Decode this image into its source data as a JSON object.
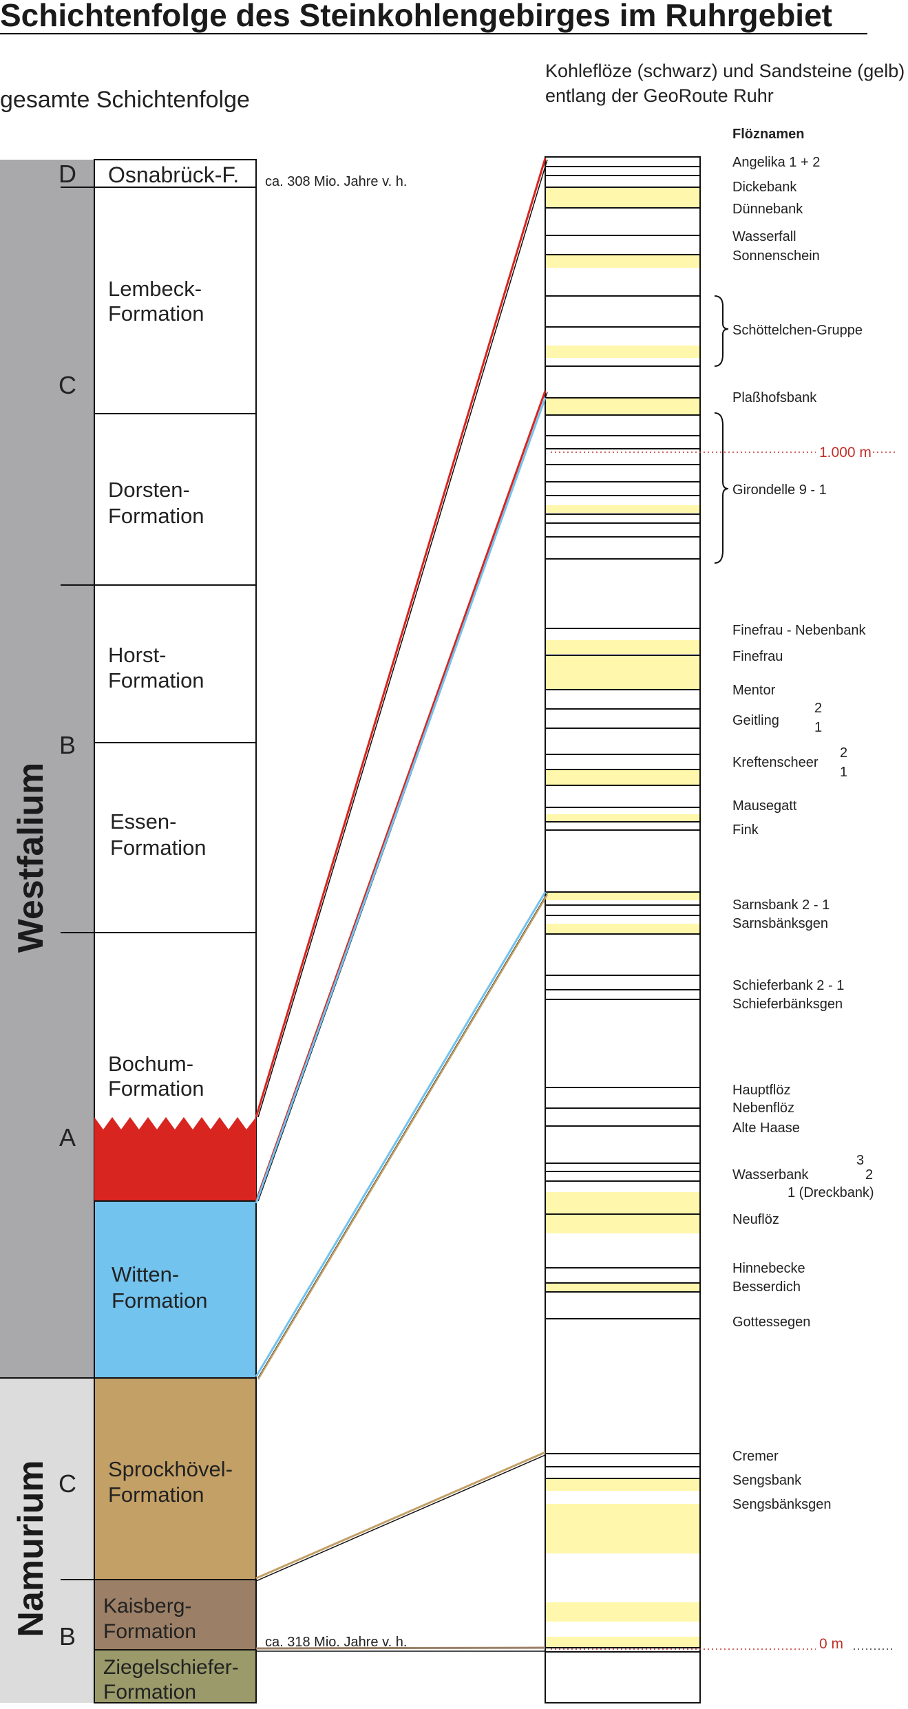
{
  "title": "Schichtenfolge des Steinkohlengebirges im Ruhrgebiet",
  "left_heading": "gesamte Schichtenfolge",
  "right_heading": [
    "Kohleflöze (schwarz) und Sandsteine (gelb)",
    "entlang der GeoRoute Ruhr"
  ],
  "systems": [
    "Westfalium",
    "Namurium"
  ],
  "stages": [
    "D",
    "C",
    "B",
    "A",
    "C",
    "B"
  ],
  "formations": {
    "osnabrueck": "Osnabrück-F.",
    "lembeck": [
      "Lembeck-",
      "Formation"
    ],
    "dorsten": [
      "Dorsten-",
      "Formation"
    ],
    "horst": [
      "Horst-",
      "Formation"
    ],
    "essen": [
      "Essen-",
      "Formation"
    ],
    "bochum": [
      "Bochum-",
      "Formation"
    ],
    "witten": [
      "Witten-",
      "Formation"
    ],
    "sprockhoevel": [
      "Sprockhövel-",
      "Formation"
    ],
    "kaisberg": [
      "Kaisberg-",
      "Formation"
    ],
    "ziegelschiefer": [
      "Ziegelschiefer-",
      "Formation"
    ]
  },
  "age_top": "ca. 308 Mio. Jahre v. h.",
  "age_bottom": "ca. 318 Mio. Jahre v. h.",
  "depth_1000": "1.000 m",
  "depth_0": "0 m",
  "seam_heading": "Flöznamen",
  "seams": {
    "angelika": "Angelika 1 + 2",
    "dickebank": "Dickebank",
    "duennebank": "Dünnebank",
    "wasserfall": "Wasserfall",
    "sonnenschein": "Sonnenschein",
    "schoettelchen": "Schöttelchen-Gruppe",
    "plasshofsbank": "Plaßhofsbank",
    "girondelle": "Girondelle 9 - 1",
    "finefrau_neben": "Finefrau - Nebenbank",
    "finefrau": "Finefrau",
    "mentor": "Mentor",
    "geitling": "Geitling",
    "kreftenscheer": "Kreftenscheer",
    "mausegatt": "Mausegatt",
    "fink": "Fink",
    "sarnsbank": "Sarnsbank 2 - 1",
    "sarnsbaenksgen": "Sarnsbänksgen",
    "schieferbank": "Schieferbank 2 - 1",
    "schieferbaenksgen": "Schieferbänksgen",
    "hauptfloez": "Hauptflöz",
    "nebenfloez": "Nebenflöz",
    "alte_haase": "Alte Haase",
    "wasserbank": "Wasserbank",
    "dreckbank": "1  (Dreckbank)",
    "neufloez": "Neuflöz",
    "hinnebecke": "Hinnebecke",
    "besserdich": "Besserdich",
    "gottessegen": "Gottessegen",
    "cremer": "Cremer",
    "sengsbank": "Sengsbank",
    "sengsbaenksgen": "Sengsbänksgen"
  },
  "sub_numbers": {
    "two": "2",
    "one": "1",
    "three": "3"
  },
  "colors": {
    "westfalium": "#a9a9ab",
    "namurium": "#dcdcdd",
    "bochum_red": "#d92520",
    "witten_blue": "#72c3ee",
    "sprockhoevel": "#c3a066",
    "kaisberg": "#9b7f66",
    "ziegelschiefer": "#9a9a6a",
    "sandstone": "#fff7ac",
    "depth_red": "#c0302a"
  }
}
